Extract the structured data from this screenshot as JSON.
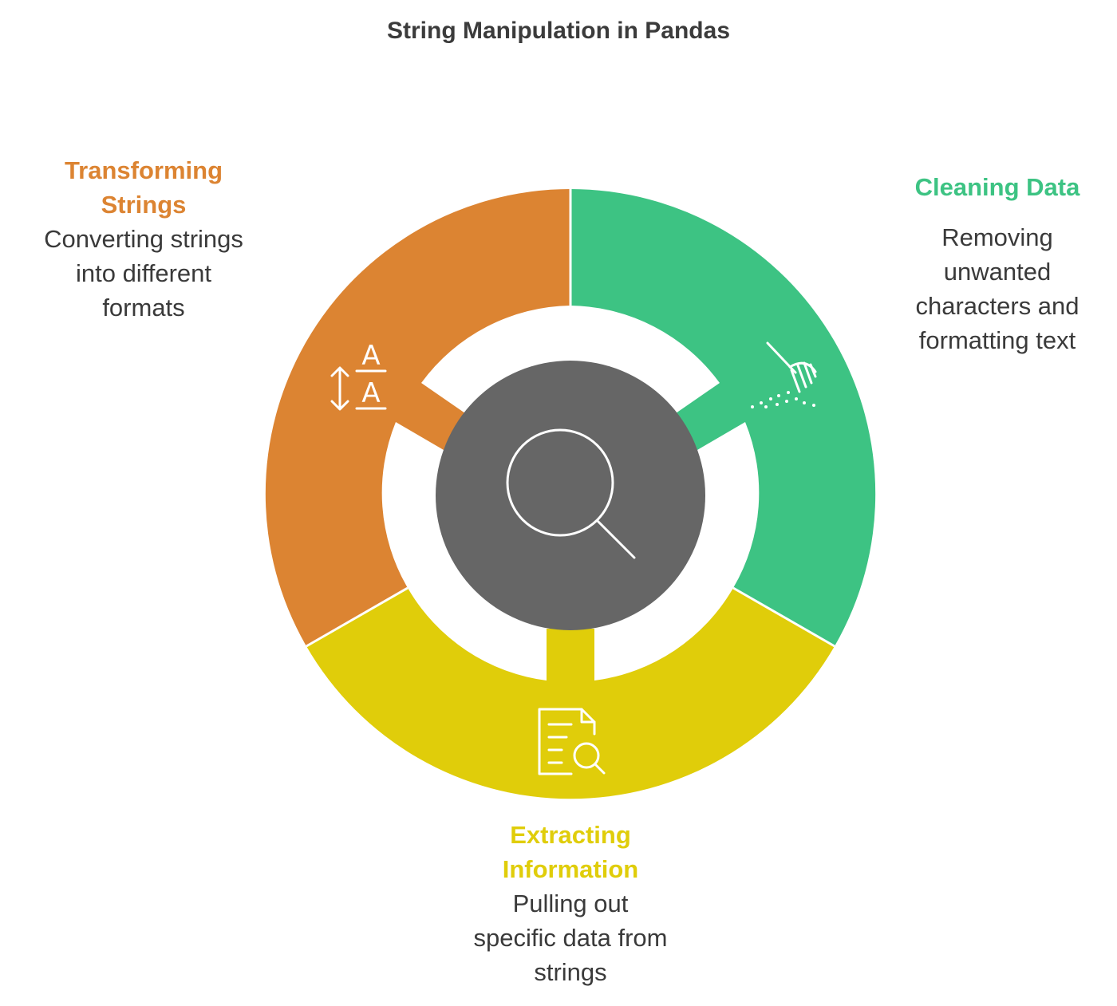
{
  "title": "String Manipulation in Pandas",
  "colors": {
    "transform": "#dc8432",
    "clean": "#3dc383",
    "extract": "#e0cd0a",
    "center": "#666666",
    "text_dark": "#3a3a3a",
    "background": "#ffffff"
  },
  "segments": {
    "transform": {
      "heading_line1": "Transforming",
      "heading_line2": "Strings",
      "desc_line1": "Converting strings",
      "desc_line2": "into different",
      "desc_line3": "formats",
      "icon": "text-size-icon",
      "icon_letter_top": "A",
      "icon_letter_bottom": "A"
    },
    "clean": {
      "heading": "Cleaning Data",
      "desc_line1": "Removing",
      "desc_line2": "unwanted",
      "desc_line3": "characters and",
      "desc_line4": "formatting text",
      "icon": "rake-icon"
    },
    "extract": {
      "heading_line1": "Extracting",
      "heading_line2": "Information",
      "desc_line1": "Pulling out",
      "desc_line2": "specific data from",
      "desc_line3": "strings",
      "icon": "document-search-icon"
    }
  },
  "center": {
    "icon": "magnifier-icon"
  }
}
